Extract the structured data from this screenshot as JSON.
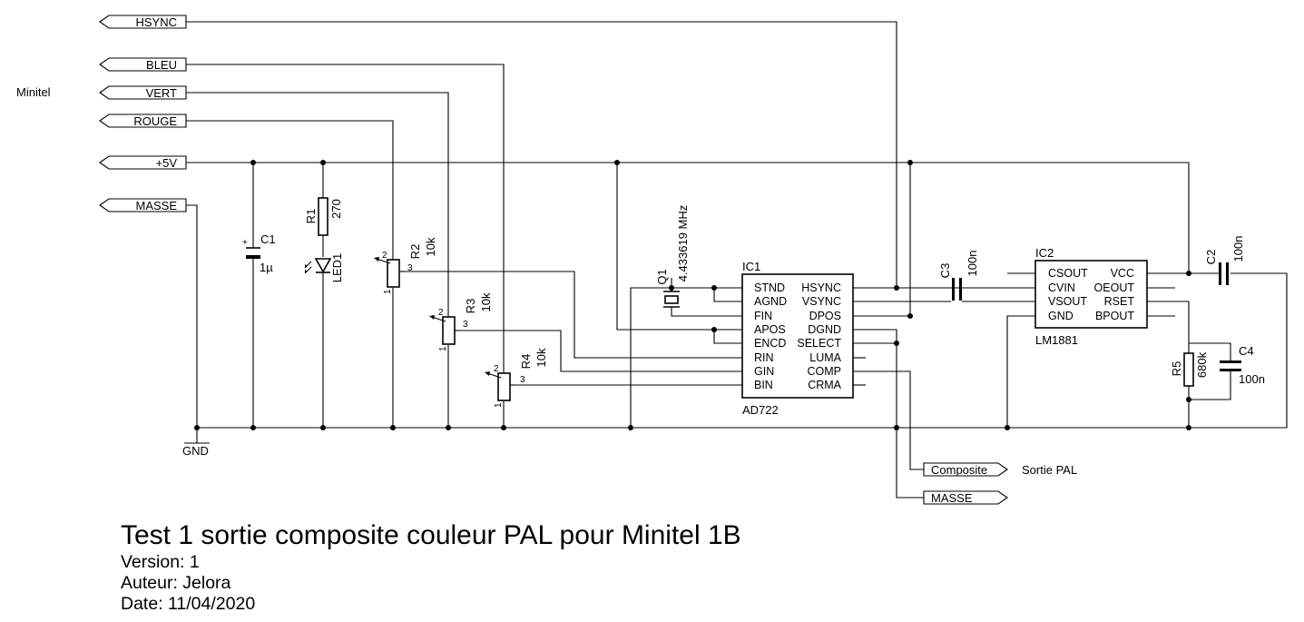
{
  "labels": {
    "minitel": "Minitel",
    "hsync": "HSYNC",
    "bleu": "BLEU",
    "vert": "VERT",
    "rouge": "ROUGE",
    "plus5v": "+5V",
    "masse": "MASSE",
    "gnd": "GND",
    "composite": "Composite",
    "sortie_pal": "Sortie PAL",
    "masse_out": "MASSE"
  },
  "components": {
    "c1": {
      "ref": "C1",
      "value": "1µ"
    },
    "r1": {
      "ref": "R1",
      "value": "270"
    },
    "led1": {
      "ref": "LED1"
    },
    "r2": {
      "ref": "R2",
      "value": "10k"
    },
    "r3": {
      "ref": "R3",
      "value": "10k"
    },
    "r4": {
      "ref": "R4",
      "value": "10k"
    },
    "q1": {
      "ref": "Q1",
      "value": "4.433619 MHz"
    },
    "c3": {
      "ref": "C3",
      "value": "100n"
    },
    "c2": {
      "ref": "C2",
      "value": "100n"
    },
    "r5": {
      "ref": "R5",
      "value": "680k"
    },
    "c4": {
      "ref": "C4",
      "value": "100n"
    }
  },
  "pot_pins": {
    "p1": "1",
    "p2": "2",
    "p3": "3"
  },
  "ic1": {
    "ref": "IC1",
    "part": "AD722",
    "left_pins": [
      "STND",
      "AGND",
      "FIN",
      "APOS",
      "ENCD",
      "RIN",
      "GIN",
      "BIN"
    ],
    "right_pins": [
      "HSYNC",
      "VSYNC",
      "DPOS",
      "DGND",
      "SELECT",
      "LUMA",
      "COMP",
      "CRMA"
    ]
  },
  "ic2": {
    "ref": "IC2",
    "part": "LM1881",
    "left_pins": [
      "CSOUT",
      "CVIN",
      "VSOUT",
      "GND"
    ],
    "right_pins": [
      "VCC",
      "OEOUT",
      "RSET",
      "BPOUT"
    ]
  },
  "title_block": {
    "title": "Test 1 sortie composite couleur PAL pour Minitel 1B",
    "version": "Version: 1",
    "author": "Auteur: Jelora",
    "date": "Date: 11/04/2020"
  }
}
